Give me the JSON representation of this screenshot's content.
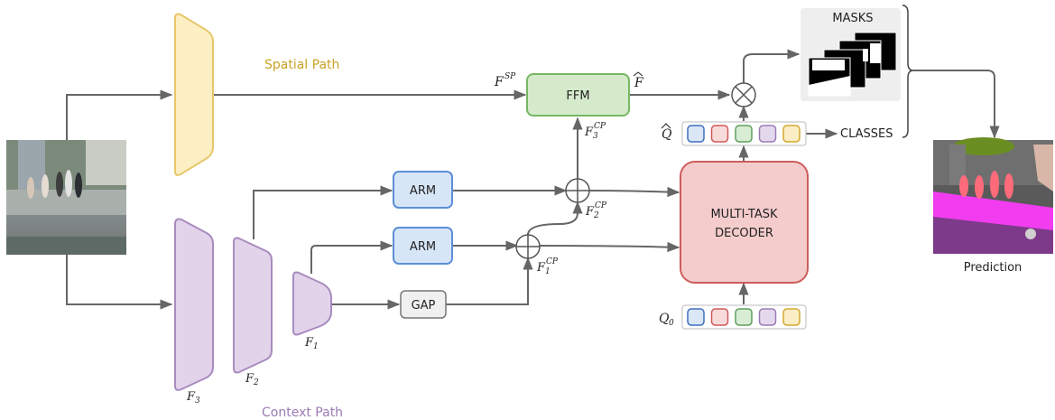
{
  "labels": {
    "spatial_path": "Spatial Path",
    "context_path": "Context Path",
    "arm_top": "ARM",
    "arm_bottom": "ARM",
    "gap": "GAP",
    "ffm": "FFM",
    "decoder_line1": "MULTI-TASK",
    "decoder_line2": "DECODER",
    "masks": "MASKS",
    "classes": "CLASSES",
    "prediction": "Prediction"
  },
  "math": {
    "f_sp_base": "F",
    "f_sp_sup": "SP",
    "f_hat": "F",
    "f3cp_base": "F",
    "f3cp_sub": "3",
    "f3cp_sup": "CP",
    "f2cp_base": "F",
    "f2cp_sub": "2",
    "f2cp_sup": "CP",
    "f1cp_base": "F",
    "f1cp_sub": "1",
    "f1cp_sup": "CP",
    "q_hat": "Q",
    "q0_base": "Q",
    "q0_sub": "0",
    "f1_base": "F",
    "f1_sub": "1",
    "f2_base": "F",
    "f2_sub": "2",
    "f3_base": "F",
    "f3_sub": "3"
  },
  "colors": {
    "spatial": "#c9a227",
    "context": "#9b7bb4",
    "arrow": "#666666",
    "query_slots": [
      "#3e6ec0",
      "#d05a5a",
      "#5ea05e",
      "#9b7bb4",
      "#d4a82e"
    ]
  }
}
